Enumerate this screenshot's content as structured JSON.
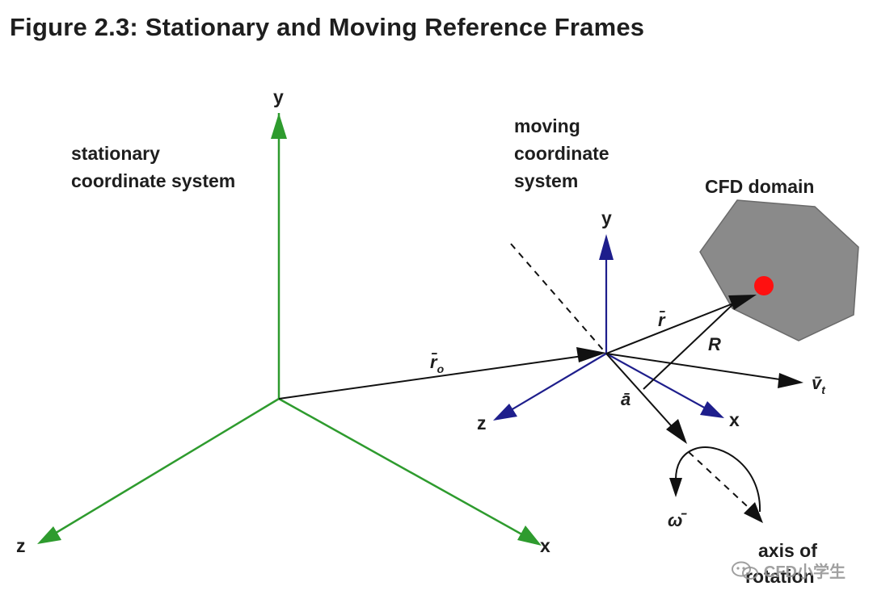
{
  "figure": {
    "title": "Figure 2.3: Stationary and Moving Reference Frames"
  },
  "labels": {
    "stationary_line1": "stationary",
    "stationary_line2": "coordinate system",
    "moving_line1": "moving",
    "moving_line2": "coordinate",
    "moving_line3": "system",
    "cfd_domain": "CFD domain",
    "axis_line1": "axis of",
    "axis_line2": "rotation"
  },
  "stationary_axes": {
    "y": "y",
    "z": "z",
    "x": "x"
  },
  "moving_axes": {
    "y": "y",
    "z": "z",
    "x": "x"
  },
  "vectors": {
    "r0": "r̄",
    "r0_sub": "o",
    "r": "r̄",
    "R": "R",
    "vt": "v̄",
    "vt_sub": "t",
    "a": "ā",
    "omega": "ω̄"
  },
  "watermark": {
    "text": "CFD小学生",
    "icon": "wechat-icon"
  },
  "colors": {
    "stationary_axes": "#2e9b2e",
    "moving_axes": "#1e1e8c",
    "vectors": "#111111",
    "domain_fill": "#8a8a8a",
    "point": "#ff1010"
  }
}
